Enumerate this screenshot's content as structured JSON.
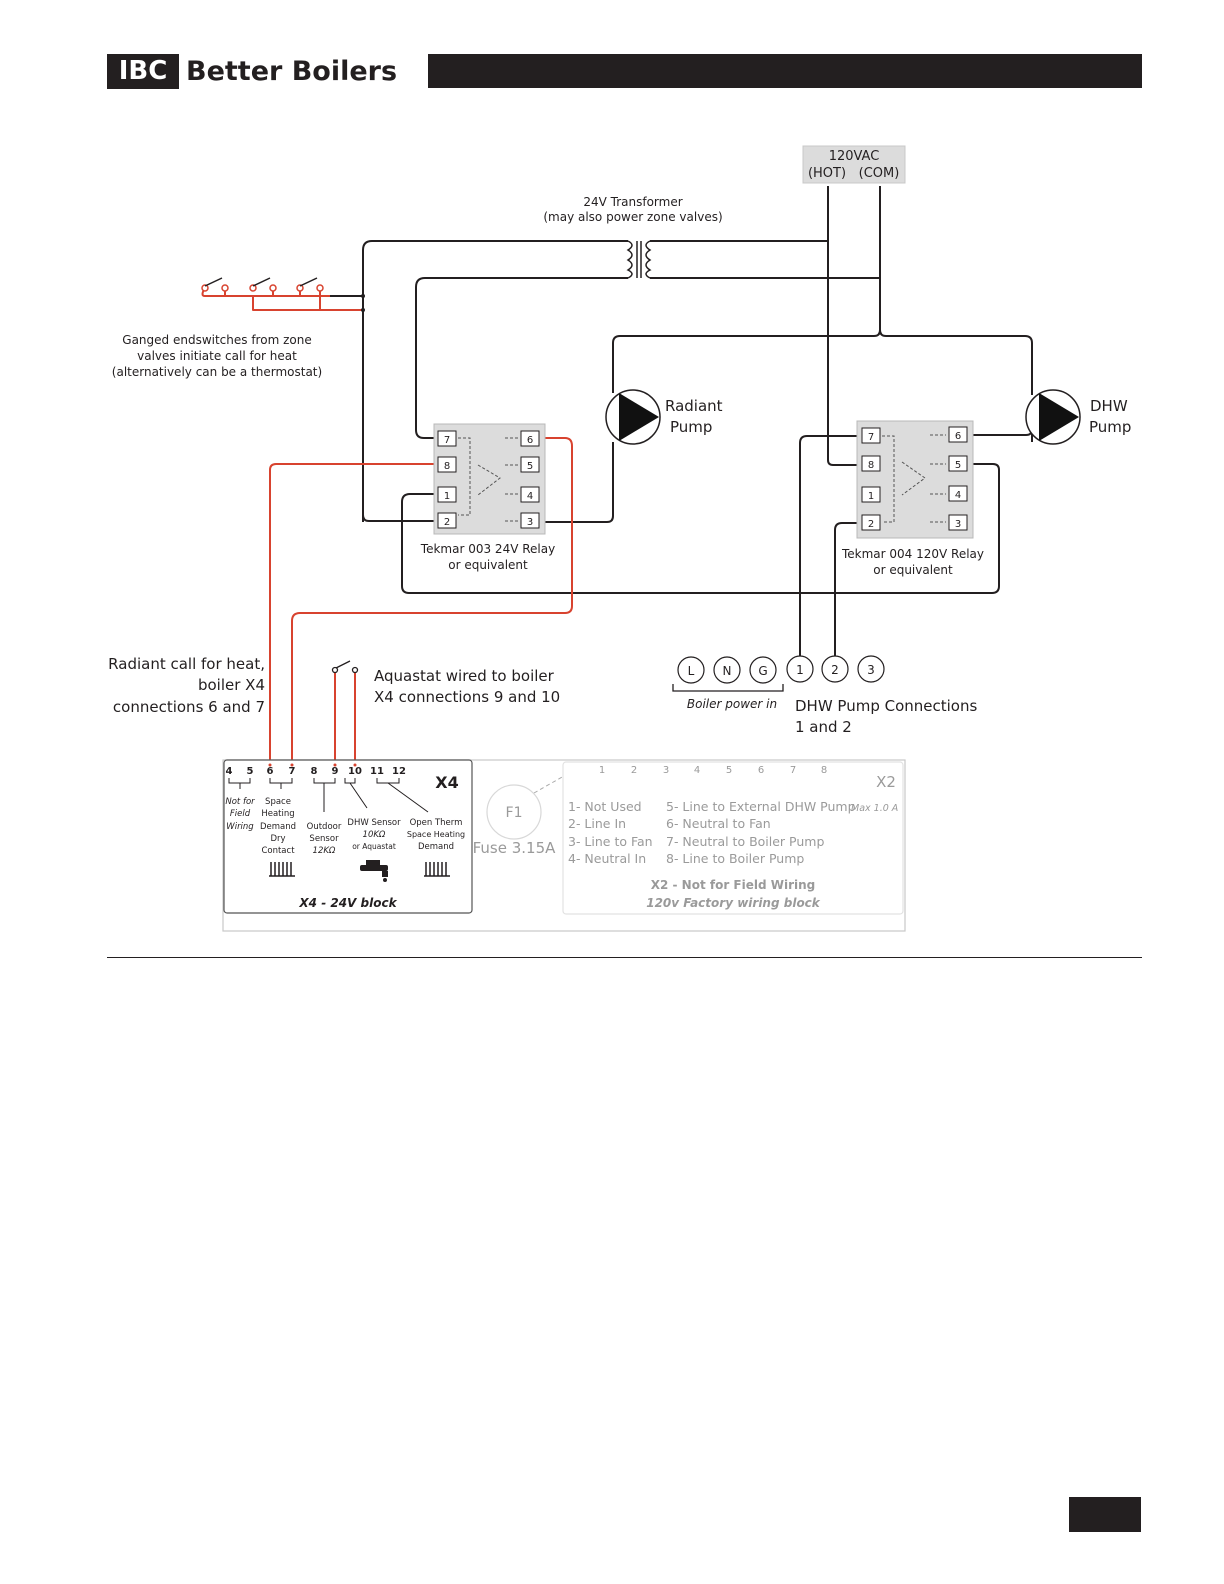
{
  "header": {
    "logo_text": "IBC",
    "brand_name": "Better Boilers"
  },
  "diagram": {
    "supply": {
      "voltage": "120VAC",
      "hot": "(HOT)",
      "com": "(COM)"
    },
    "transformer": {
      "line1": "24V Transformer",
      "line2": "(may also power zone valves)"
    },
    "endswitch_note": {
      "line1": "Ganged endswitches from zone",
      "line2": "valves initiate call for heat",
      "line3": "(alternatively can be a thermostat)"
    },
    "radiant_pump": {
      "line1": "Radiant",
      "line2": "Pump"
    },
    "dhw_pump": {
      "line1": "DHW",
      "line2": "Pump"
    },
    "relay_left": {
      "line1": "Tekmar 003 24V Relay",
      "line2": "or equivalent",
      "pins_left": [
        "7",
        "8",
        "1",
        "2"
      ],
      "pins_right": [
        "6",
        "5",
        "4",
        "3"
      ]
    },
    "relay_right": {
      "line1": "Tekmar 004 120V Relay",
      "line2": "or equivalent",
      "pins_left": [
        "7",
        "8",
        "1",
        "2"
      ],
      "pins_right": [
        "6",
        "5",
        "4",
        "3"
      ]
    },
    "radiant_call_note": {
      "line1": "Radiant call for heat,",
      "line2": "boiler X4",
      "line3": "connections 6 and 7"
    },
    "aquastat_note": {
      "line1": "Aquastat wired to boiler",
      "line2": "X4 connections 9 and 10"
    },
    "boiler_power": {
      "terminals": [
        "L",
        "N",
        "G"
      ],
      "label": "Boiler power in"
    },
    "dhw_connections": {
      "terminals": [
        "1",
        "2",
        "3"
      ],
      "line1": "DHW Pump Connections",
      "line2": "1 and 2"
    },
    "x4_block": {
      "title": "X4",
      "numbers": [
        "4",
        "5",
        "6",
        "7",
        "8",
        "9",
        "10",
        "11",
        "12"
      ],
      "not_for_field": [
        "Not for",
        "Field",
        "Wiring"
      ],
      "space_heating": [
        "Space",
        "Heating",
        "Demand",
        "Dry",
        "Contact"
      ],
      "outdoor_sensor": [
        "Outdoor",
        "Sensor",
        "12KΩ"
      ],
      "dhw_sensor": [
        "DHW Sensor",
        "10KΩ",
        "or Aquastat"
      ],
      "open_therm": [
        "Open Therm",
        "Space Heating",
        "Demand"
      ],
      "caption": "X4 - 24V block"
    },
    "fuse": {
      "id": "F1",
      "rating": "Fuse 3.15A"
    },
    "x2_block": {
      "title": "X2",
      "numbers": [
        "1",
        "2",
        "3",
        "4",
        "5",
        "6",
        "7",
        "8"
      ],
      "list_left": [
        "1- Not Used",
        "2- Line In",
        "3- Line to Fan",
        "4- Neutral In"
      ],
      "list_right": [
        "5- Line to External DHW Pump",
        "6- Neutral to Fan",
        "7- Neutral to Boiler Pump",
        "8- Line to Boiler Pump"
      ],
      "max_note": "Max 1.0 A",
      "caption1": "X2 - Not for Field Wiring",
      "caption2": "120v Factory wiring block"
    }
  },
  "colors": {
    "brand_dark": "#231f20",
    "wire_red": "#d8432f",
    "wire_black": "#231f20",
    "grey_text": "#9a9a9a"
  }
}
